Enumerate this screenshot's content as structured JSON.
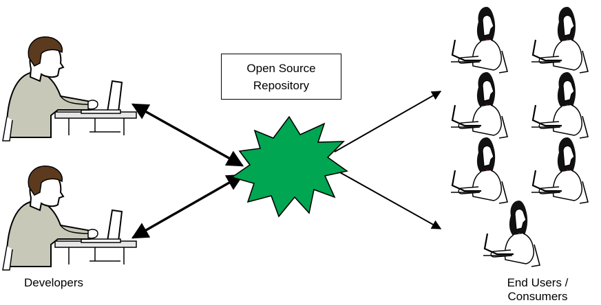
{
  "repository": {
    "label": "Open Source Repository",
    "icon": "green-starburst"
  },
  "developers": {
    "label": "Developers",
    "count": 2,
    "icon": "developer-at-laptop"
  },
  "end_users": {
    "label": "End Users / Consumers",
    "count": 7,
    "icon": "user-at-laptop"
  },
  "colors": {
    "starburst_fill": "#00a651",
    "shirt_dev": "#c8c8b8",
    "hair_dev": "#5b3a1e",
    "user_scarf": "#c8102e",
    "ink": "#000000"
  }
}
